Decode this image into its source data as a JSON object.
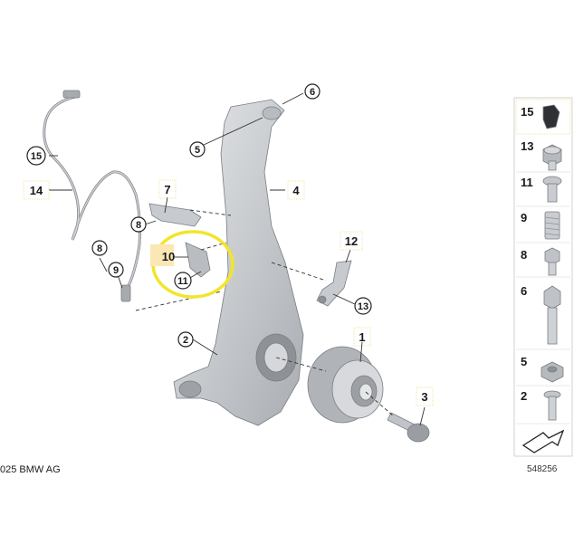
{
  "callouts": {
    "c1": "1",
    "c2": "2",
    "c3": "3",
    "c4": "4",
    "c5": "5",
    "c6": "6",
    "c7": "7",
    "c8a": "8",
    "c8b": "8",
    "c9": "9",
    "c10": "10",
    "c11": "11",
    "c12": "12",
    "c13": "13",
    "c14": "14",
    "c15": "15"
  },
  "legend": [
    "15",
    "13",
    "11",
    "9",
    "8",
    "6",
    "5",
    "2"
  ],
  "footer": {
    "copyright": "025 BMW AG",
    "diagram_number": "548256"
  },
  "colors": {
    "highlight_ring": "#f2e52b",
    "highlight_box": "#fbe7b5",
    "part_fill": "#c9cccf"
  }
}
